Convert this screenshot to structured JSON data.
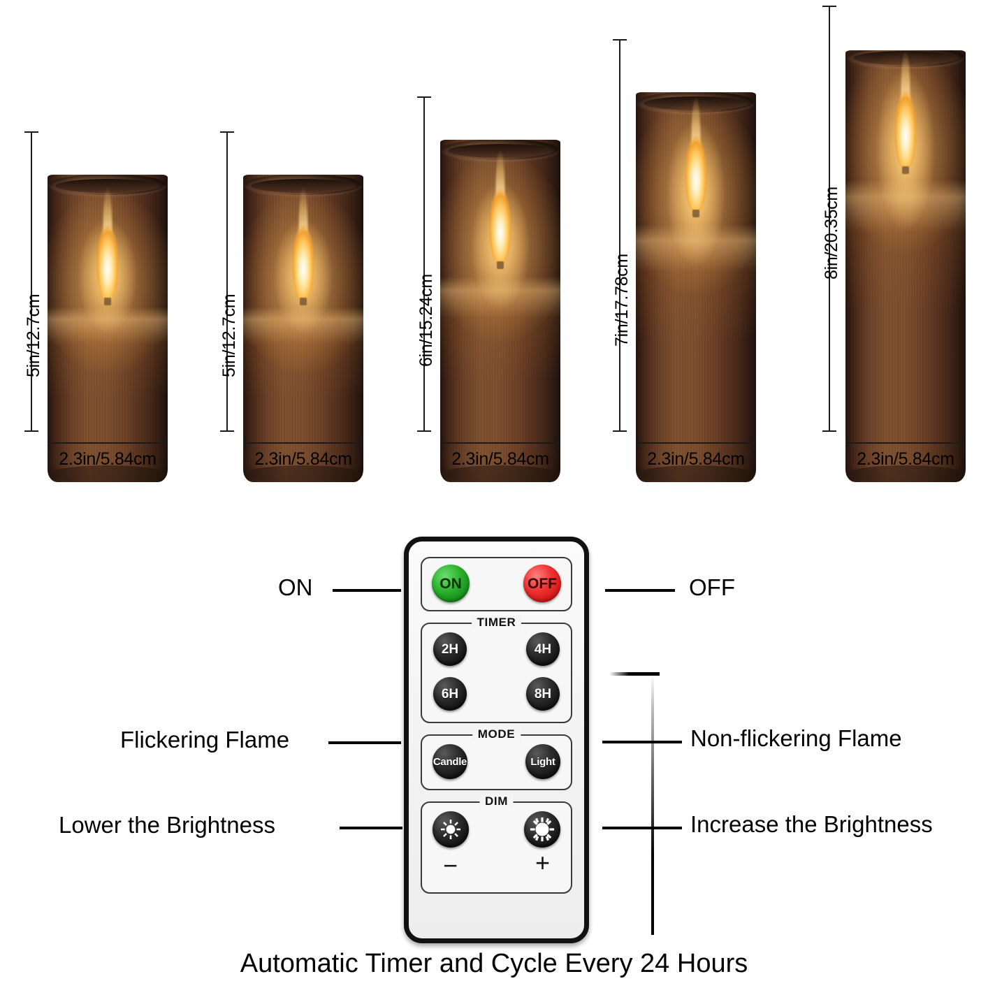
{
  "product": {
    "type": "flameless-led-candle-set",
    "candle_count": 5
  },
  "candles": [
    {
      "height_label": "5in/12.7cm",
      "width_label": "2.3in/5.84cm",
      "height_in": 5,
      "height_cm": 12.7,
      "diameter_in": 2.3,
      "diameter_cm": 5.84
    },
    {
      "height_label": "5in/12.7cm",
      "width_label": "2.3in/5.84cm",
      "height_in": 5,
      "height_cm": 12.7,
      "diameter_in": 2.3,
      "diameter_cm": 5.84
    },
    {
      "height_label": "6in/15.24cm",
      "width_label": "2.3in/5.84cm",
      "height_in": 6,
      "height_cm": 15.24,
      "diameter_in": 2.3,
      "diameter_cm": 5.84
    },
    {
      "height_label": "7in/17.78cm",
      "width_label": "2.3in/5.84cm",
      "height_in": 7,
      "height_cm": 17.78,
      "diameter_in": 2.3,
      "diameter_cm": 5.84
    },
    {
      "height_label": "8in/20.35cm",
      "width_label": "2.3in/5.84cm",
      "height_in": 8,
      "height_cm": 20.35,
      "diameter_in": 2.3,
      "diameter_cm": 5.84
    }
  ],
  "remote": {
    "power": {
      "on_label": "ON",
      "off_label": "OFF",
      "on_color": "#2fb32f",
      "off_color": "#ef3030"
    },
    "timer": {
      "section_label": "TIMER",
      "buttons": [
        {
          "label": "2H"
        },
        {
          "label": "4H"
        },
        {
          "label": "6H"
        },
        {
          "label": "8H"
        }
      ]
    },
    "mode": {
      "section_label": "MODE",
      "buttons": [
        {
          "label": "Candle"
        },
        {
          "label": "Light"
        }
      ]
    },
    "dim": {
      "section_label": "DIM",
      "minus_label": "−",
      "plus_label": "+",
      "minus_icon": "small-sun-icon",
      "plus_icon": "large-sun-icon"
    }
  },
  "callouts": {
    "left": [
      {
        "label": "ON"
      },
      {
        "label": "Flickering Flame"
      },
      {
        "label": "Lower the Brightness"
      }
    ],
    "right": [
      {
        "label": "OFF"
      },
      {
        "label": "Non-flickering Flame"
      },
      {
        "label": "Increase the Brightness"
      }
    ]
  },
  "caption": {
    "text": "Automatic Timer and Cycle Every 24 Hours"
  }
}
